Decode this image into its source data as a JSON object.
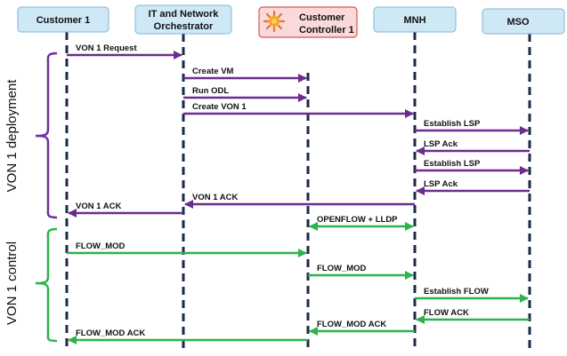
{
  "participants": [
    {
      "id": "customer1",
      "label": "Customer 1",
      "label2": ""
    },
    {
      "id": "orch",
      "label": "IT and Network",
      "label2": "Orchestrator"
    },
    {
      "id": "cc1",
      "label": "Customer",
      "label2": "Controller 1"
    },
    {
      "id": "mnh",
      "label": "MNH",
      "label2": ""
    },
    {
      "id": "mso",
      "label": "MSO",
      "label2": ""
    }
  ],
  "colors": {
    "purple": "#6b2d8f",
    "green": "#2db34a",
    "header_fill": "#cfe8f6",
    "cc1_fill": "#f9d9d9",
    "cc1_border": "#d9534f",
    "lifeline": "#1b2a4a",
    "brace": "#7030a0"
  },
  "icons": {
    "cc1_logo": "orange-burst-logo-icon"
  },
  "sections": [
    {
      "id": "deployment",
      "label": "VON 1 deployment",
      "color": "purple"
    },
    {
      "id": "control",
      "label": "VON 1 control",
      "color": "green"
    }
  ],
  "messages": [
    {
      "label": "VON 1 Request",
      "from": "customer1",
      "to": "orch",
      "color": "purple"
    },
    {
      "label": "Create VM",
      "from": "orch",
      "to": "cc1",
      "color": "purple"
    },
    {
      "label": "Run ODL",
      "from": "orch",
      "to": "cc1",
      "color": "purple"
    },
    {
      "label": "Create VON 1",
      "from": "orch",
      "to": "mnh",
      "color": "purple"
    },
    {
      "label": "Establish LSP",
      "from": "mnh",
      "to": "mso",
      "color": "purple"
    },
    {
      "label": "LSP Ack",
      "from": "mso",
      "to": "mnh",
      "color": "purple"
    },
    {
      "label": "Establish LSP",
      "from": "mnh",
      "to": "mso",
      "color": "purple"
    },
    {
      "label": "LSP Ack",
      "from": "mso",
      "to": "mnh",
      "color": "purple"
    },
    {
      "label": "VON 1 ACK",
      "from": "mnh",
      "to": "orch",
      "color": "purple"
    },
    {
      "label": "VON 1 ACK",
      "from": "orch",
      "to": "customer1",
      "color": "purple"
    },
    {
      "label": "OPENFLOW + LLDP",
      "from": "cc1",
      "to": "mnh",
      "color": "green",
      "both": true
    },
    {
      "label": "FLOW_MOD",
      "from": "customer1",
      "to": "cc1",
      "color": "green"
    },
    {
      "label": "FLOW_MOD",
      "from": "cc1",
      "to": "mnh",
      "color": "green"
    },
    {
      "label": "Establish FLOW",
      "from": "mnh",
      "to": "mso",
      "color": "green"
    },
    {
      "label": "FLOW ACK",
      "from": "mso",
      "to": "mnh",
      "color": "green"
    },
    {
      "label": "FLOW_MOD ACK",
      "from": "mnh",
      "to": "cc1",
      "color": "green"
    },
    {
      "label": "FLOW_MOD ACK",
      "from": "cc1",
      "to": "customer1",
      "color": "green"
    }
  ]
}
